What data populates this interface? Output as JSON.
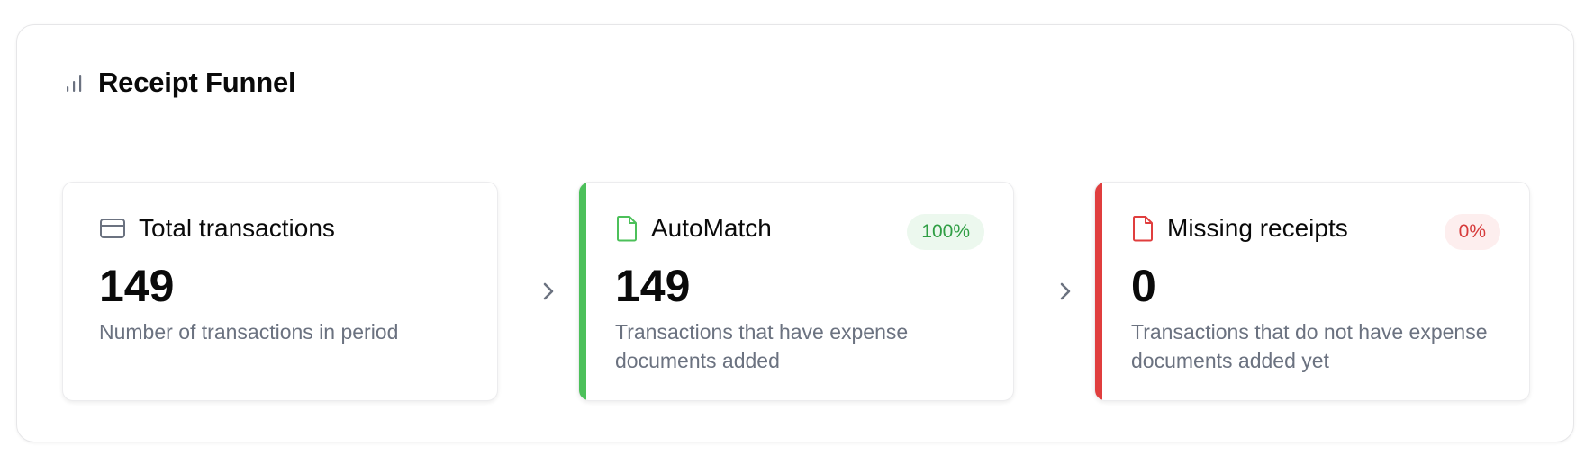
{
  "funnel": {
    "title": "Receipt Funnel",
    "title_icon": "bar-chart-icon",
    "cards": [
      {
        "icon": "credit-card-icon",
        "title": "Total transactions",
        "value": "149",
        "description": "Number of transactions in period",
        "badge": "",
        "accent_color": ""
      },
      {
        "icon": "document-icon",
        "title": "AutoMatch",
        "value": "149",
        "description": "Transactions that have expense documents added",
        "badge": "100%",
        "accent_color": "#4cc05a",
        "badge_text_color": "#2f9e44",
        "badge_bg_color": "#ecf8ee"
      },
      {
        "icon": "document-icon",
        "title": "Missing receipts",
        "value": "0",
        "description": "Transactions that do not have expense documents added yet",
        "badge": "0%",
        "accent_color": "#e03e3e",
        "badge_text_color": "#d63a3a",
        "badge_bg_color": "#fdeeee"
      }
    ],
    "separator_icon": "chevron-right-icon"
  }
}
